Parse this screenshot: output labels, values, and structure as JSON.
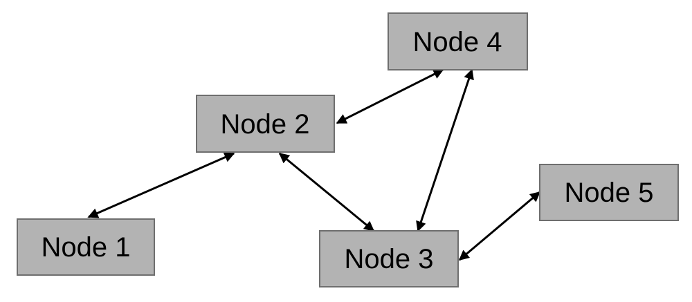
{
  "diagram": {
    "nodes": [
      {
        "id": "node1",
        "label": "Node 1"
      },
      {
        "id": "node2",
        "label": "Node 2"
      },
      {
        "id": "node3",
        "label": "Node 3"
      },
      {
        "id": "node4",
        "label": "Node 4"
      },
      {
        "id": "node5",
        "label": "Node 5"
      }
    ],
    "edges": [
      {
        "from": "node1",
        "to": "node2",
        "direction": "bidirectional"
      },
      {
        "from": "node2",
        "to": "node4",
        "direction": "bidirectional"
      },
      {
        "from": "node2",
        "to": "node3",
        "direction": "bidirectional"
      },
      {
        "from": "node3",
        "to": "node4",
        "direction": "bidirectional"
      },
      {
        "from": "node3",
        "to": "node5",
        "direction": "bidirectional"
      }
    ],
    "colors": {
      "node_fill": "#b3b3b3",
      "node_border": "#6e6e6e",
      "edge": "#000000",
      "text": "#000000",
      "background": "#ffffff"
    }
  }
}
